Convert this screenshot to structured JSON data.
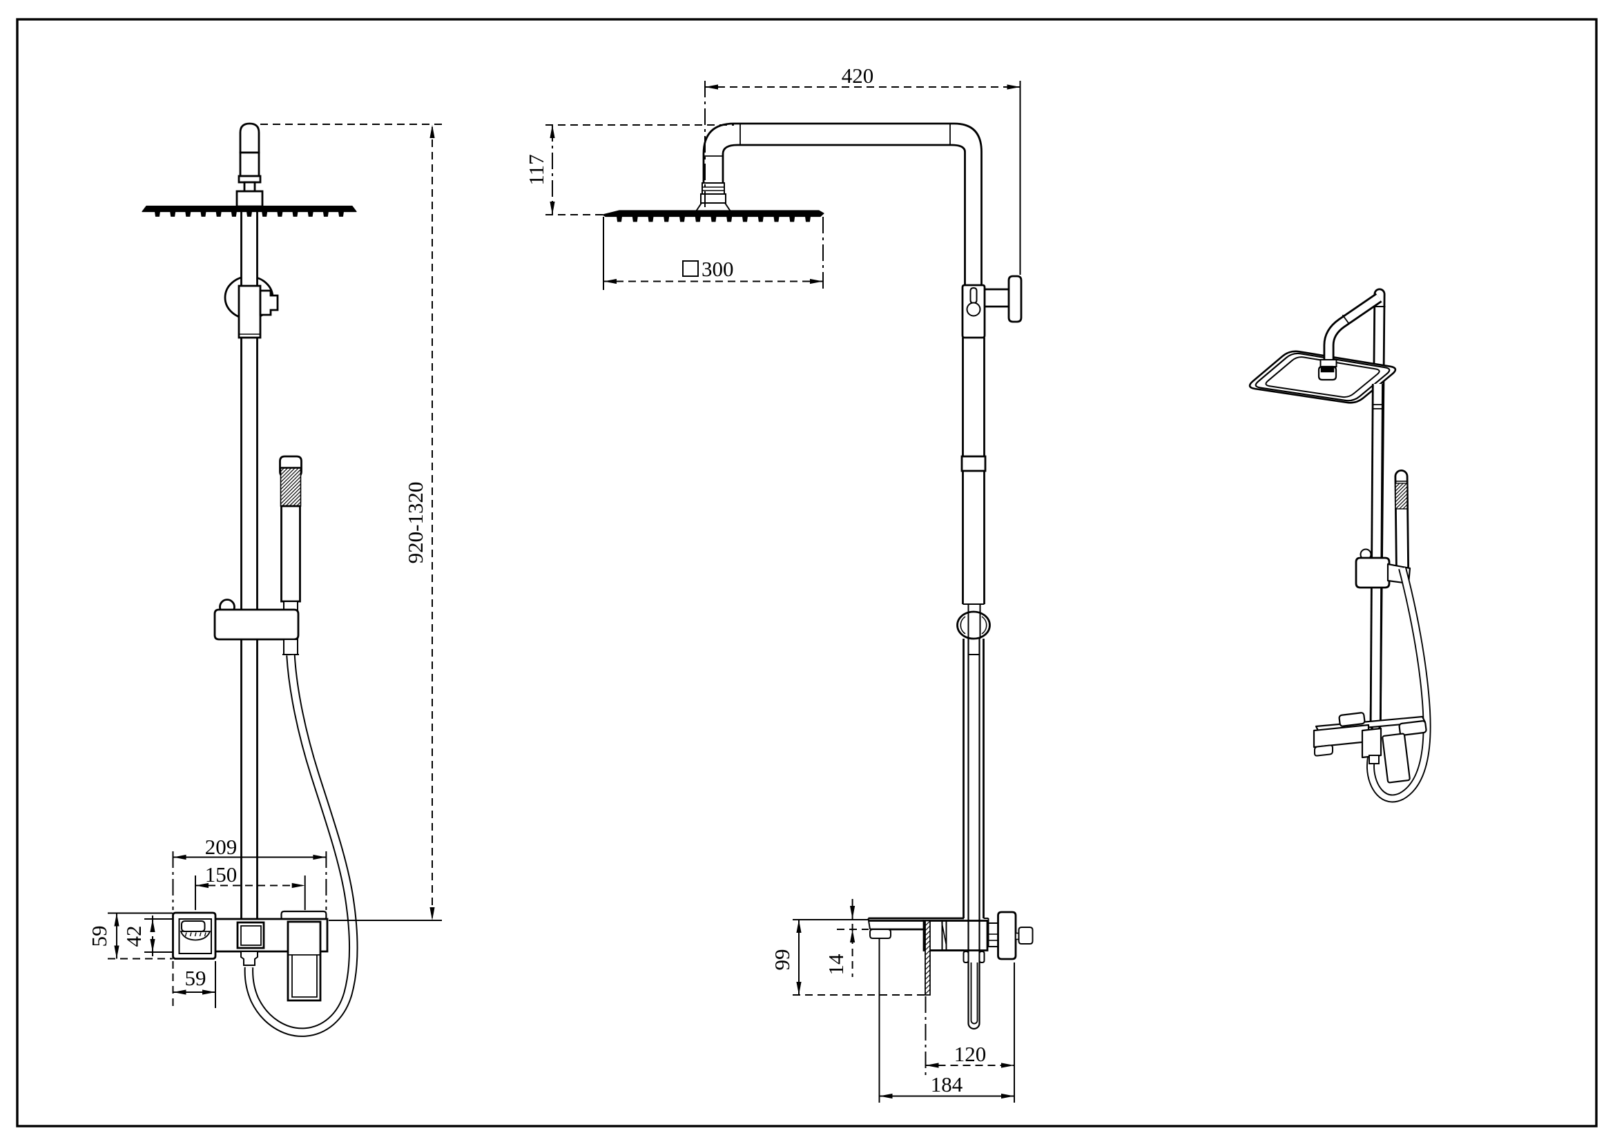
{
  "document": {
    "kind": "technical-drawing",
    "subject": "wall-mounted rain shower column with hand shower and bath mixer",
    "paper_color": "#ffffff",
    "line_color": "#000000",
    "views": [
      "front elevation",
      "side elevation",
      "perspective"
    ]
  },
  "front_view": {
    "dims": {
      "height_range": {
        "text": "920-1320",
        "meaning": "adjustable riser height"
      },
      "overall_width": {
        "text": "209",
        "meaning": "mixer overall width"
      },
      "inlet_spacing": {
        "text": "150",
        "meaning": "inlet centre distance"
      },
      "body_height": {
        "text": "59",
        "meaning": "mixer body height"
      },
      "body_core_height": {
        "text": "42",
        "meaning": "mixer core height"
      },
      "end_cap_width": {
        "text": "59",
        "meaning": "end cap width"
      }
    }
  },
  "side_view": {
    "dims": {
      "arm_reach": {
        "text": "420",
        "meaning": "shower arm reach from wall"
      },
      "head_drop": {
        "text": "117",
        "meaning": "drop from arm to head"
      },
      "head_size": {
        "text": "300",
        "meaning": "square head size",
        "symbol": "square"
      },
      "spout_height": {
        "text": "99",
        "meaning": "spout body height"
      },
      "spout_lip_drop": {
        "text": "14",
        "meaning": "spout lip drop"
      },
      "spout_reach": {
        "text": "120",
        "meaning": "spout reach"
      },
      "wall_to_spout": {
        "text": "184",
        "meaning": "wall to spout outlet"
      }
    }
  }
}
